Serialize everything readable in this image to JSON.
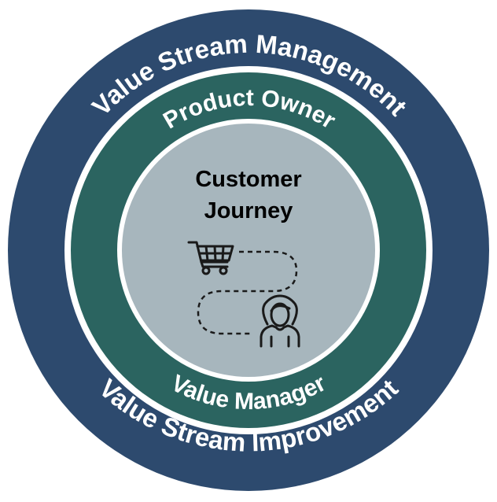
{
  "rings": {
    "outer": {
      "top_label": "Value Stream Management",
      "bottom_label": "Value Stream Improvement",
      "color": "#2d4a6e"
    },
    "middle": {
      "top_label": "Product Owner",
      "bottom_label": "Value Manager",
      "color": "#2b6460"
    },
    "inner": {
      "title_line1": "Customer",
      "title_line2": "Journey",
      "color": "#a7b6bd"
    }
  },
  "icons": {
    "start": "shopping-cart-icon",
    "end": "customer-person-icon",
    "path": "dashed-journey-path"
  }
}
